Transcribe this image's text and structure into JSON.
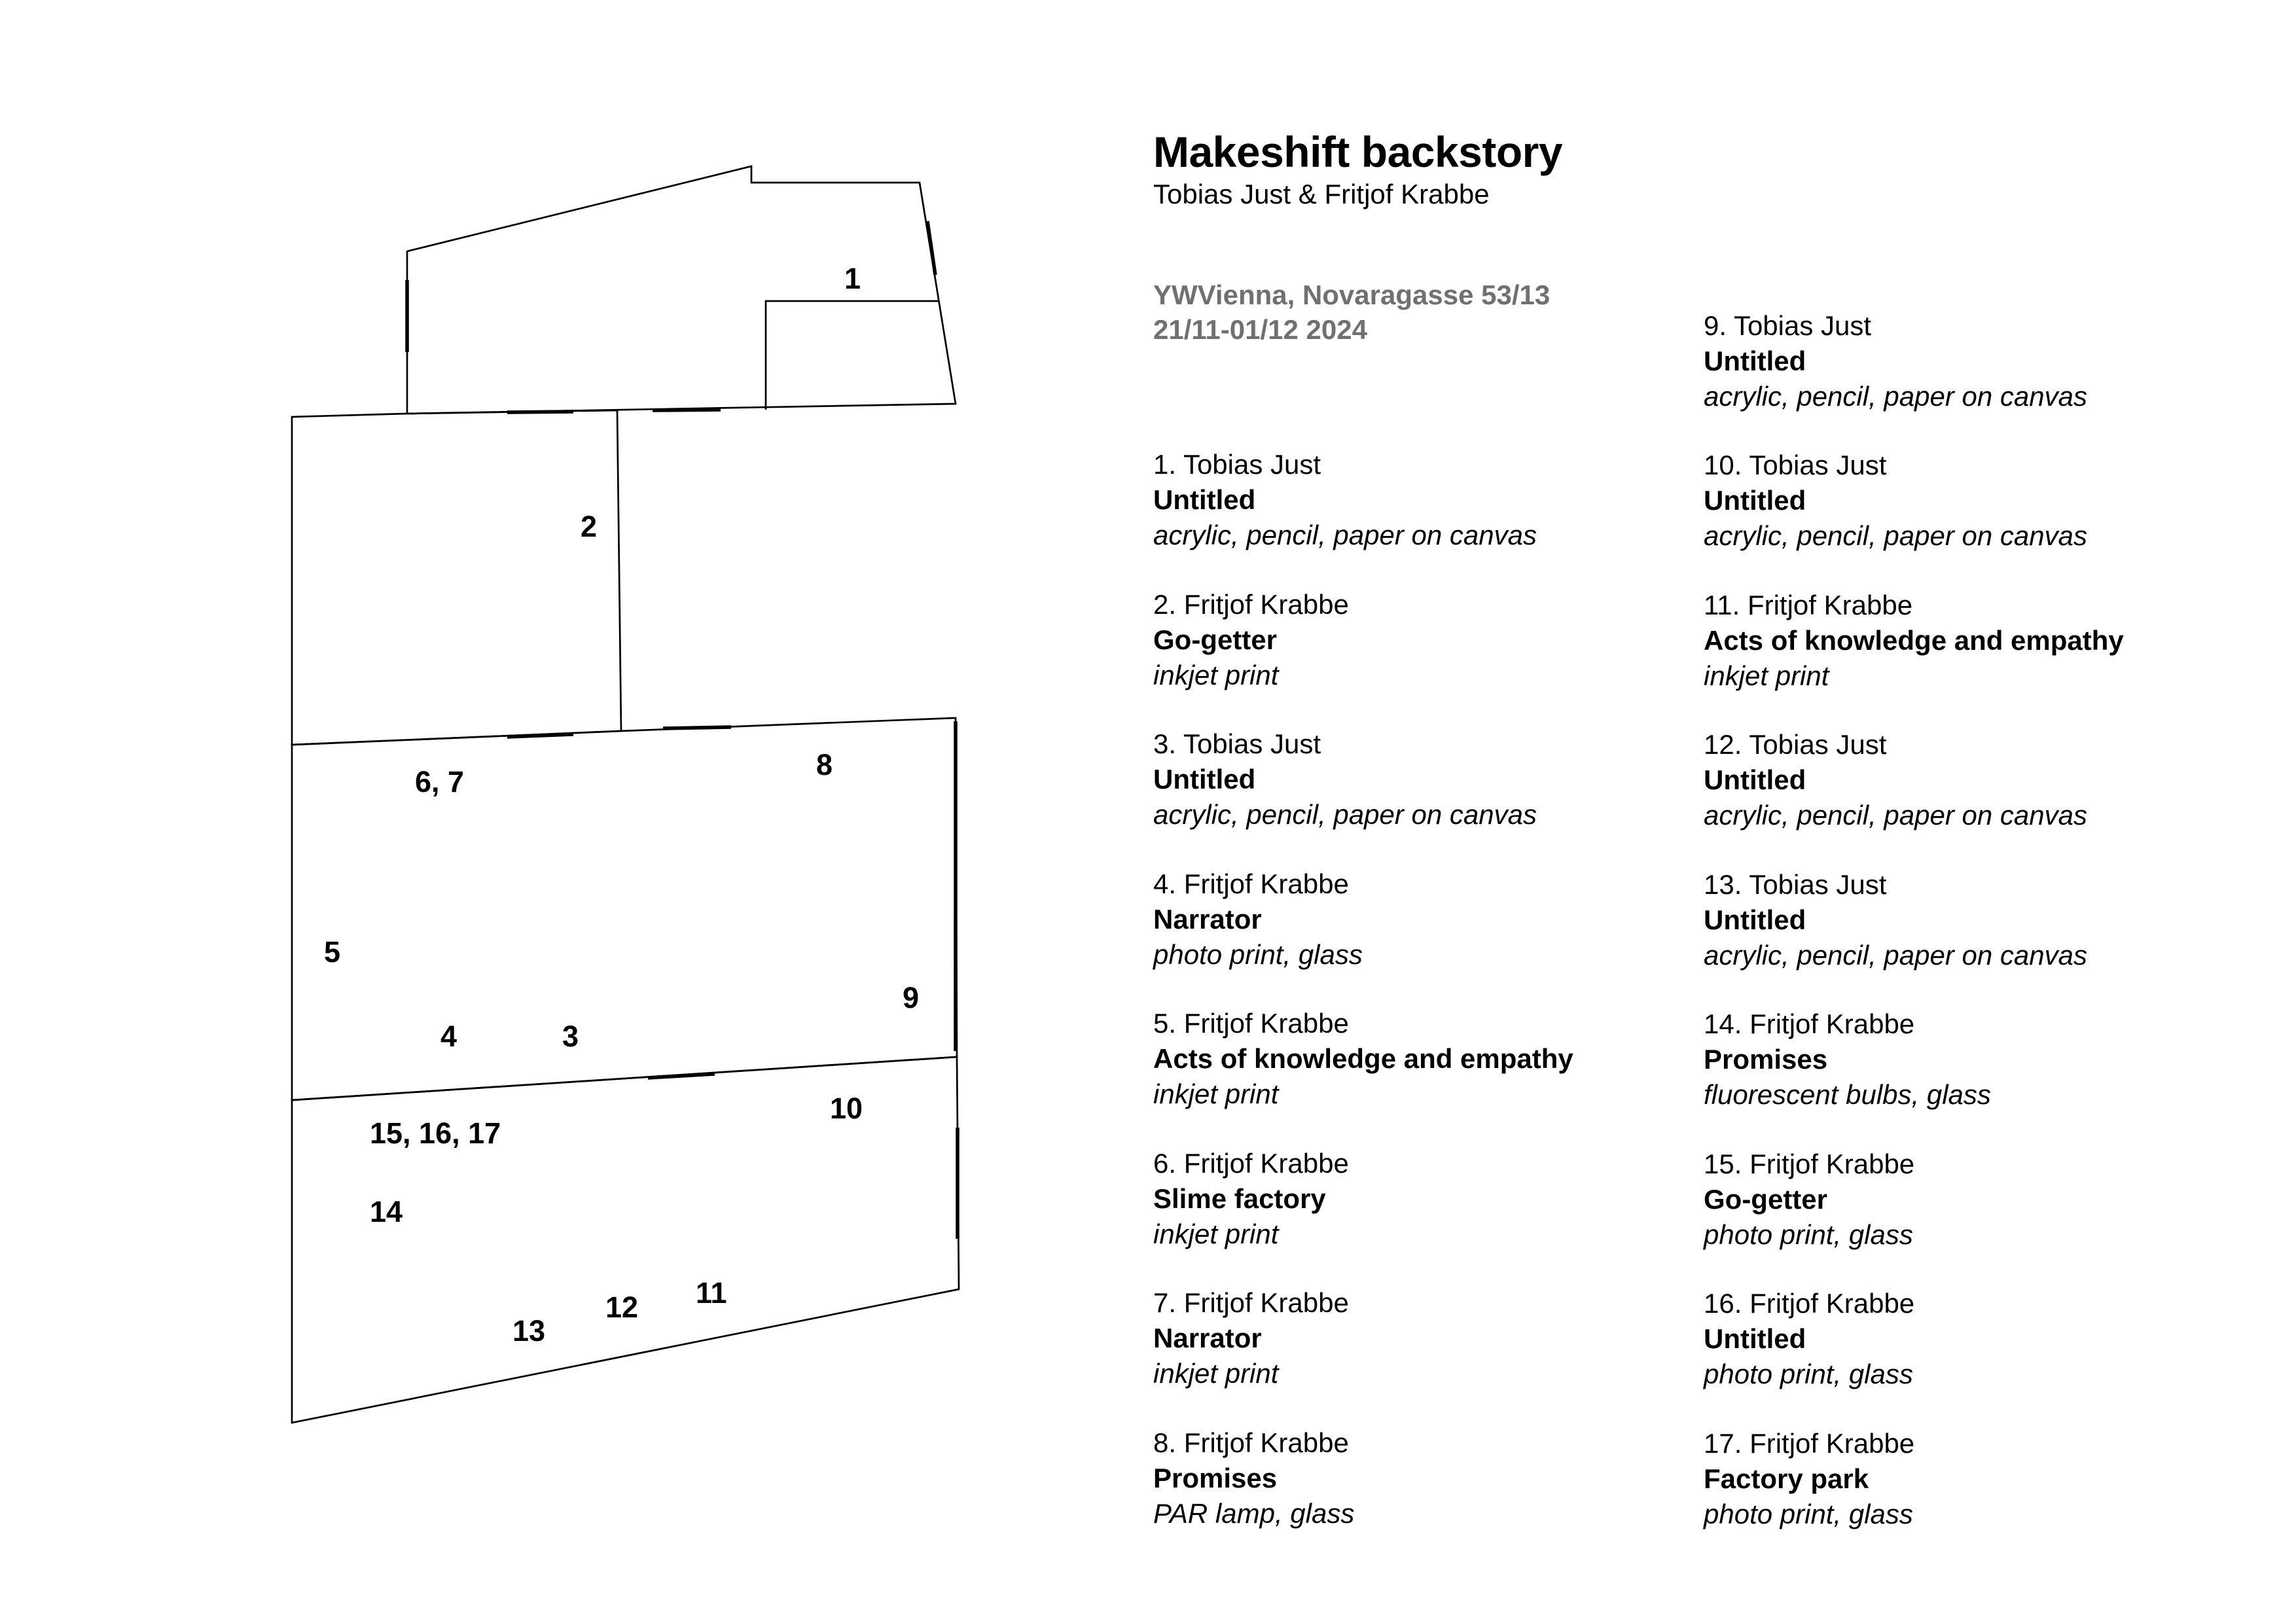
{
  "exhibition": {
    "title": "Makeshift backstory",
    "artists": "Tobias Just & Fritjof Krabbe",
    "venue": "YWVienna, Novaragasse 53/13",
    "dates": "21/11-01/12 2024"
  },
  "floorplan": {
    "labels": [
      "1",
      "2",
      "6, 7",
      "8",
      "5",
      "9",
      "4",
      "3",
      "10",
      "15, 16, 17",
      "14",
      "11",
      "12",
      "13"
    ]
  },
  "works": [
    {
      "number": "1.",
      "artist": "Tobias Just",
      "title": "Untitled",
      "medium": "acrylic, pencil, paper on canvas"
    },
    {
      "number": "2.",
      "artist": "Fritjof Krabbe",
      "title": "Go-getter",
      "medium": "inkjet print"
    },
    {
      "number": "3.",
      "artist": "Tobias Just",
      "title": "Untitled",
      "medium": "acrylic, pencil, paper on canvas"
    },
    {
      "number": "4.",
      "artist": "Fritjof Krabbe",
      "title": "Narrator",
      "medium": "photo print, glass"
    },
    {
      "number": "5.",
      "artist": "Fritjof Krabbe",
      "title": "Acts of knowledge and empathy",
      "medium": "inkjet print"
    },
    {
      "number": "6.",
      "artist": "Fritjof Krabbe",
      "title": "Slime factory",
      "medium": "inkjet print"
    },
    {
      "number": "7.",
      "artist": "Fritjof Krabbe",
      "title": "Narrator",
      "medium": "inkjet print"
    },
    {
      "number": "8.",
      "artist": "Fritjof Krabbe",
      "title": "Promises",
      "medium": "PAR lamp, glass"
    },
    {
      "number": "9.",
      "artist": "Tobias Just",
      "title": "Untitled",
      "medium": "acrylic, pencil, paper on canvas"
    },
    {
      "number": "10.",
      "artist": "Tobias Just",
      "title": "Untitled",
      "medium": "acrylic, pencil, paper on canvas"
    },
    {
      "number": "11.",
      "artist": "Fritjof Krabbe",
      "title": "Acts of knowledge and empathy",
      "medium": "inkjet print"
    },
    {
      "number": "12.",
      "artist": "Tobias Just",
      "title": "Untitled",
      "medium": "acrylic, pencil, paper on canvas"
    },
    {
      "number": "13.",
      "artist": "Tobias Just",
      "title": "Untitled",
      "medium": "acrylic, pencil, paper on canvas"
    },
    {
      "number": "14.",
      "artist": "Fritjof Krabbe",
      "title": "Promises",
      "medium": "fluorescent bulbs, glass"
    },
    {
      "number": "15.",
      "artist": "Fritjof Krabbe",
      "title": "Go-getter",
      "medium": "photo print, glass"
    },
    {
      "number": "16.",
      "artist": "Fritjof Krabbe",
      "title": "Untitled",
      "medium": "photo print, glass"
    },
    {
      "number": "17.",
      "artist": "Fritjof Krabbe",
      "title": "Factory park",
      "medium": "photo print, glass"
    }
  ]
}
